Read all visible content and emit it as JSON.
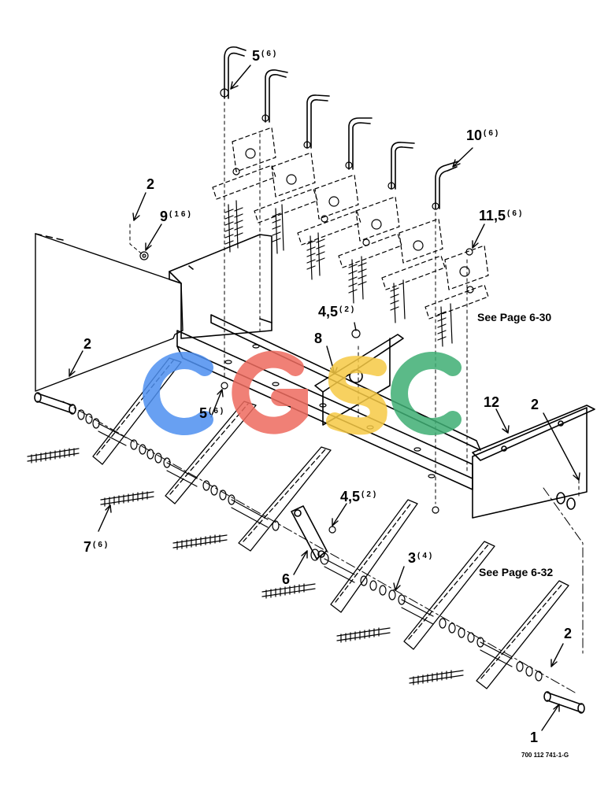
{
  "callouts": {
    "c5_top": {
      "num": "5",
      "qty": "(6)"
    },
    "c10": {
      "num": "10",
      "qty": "(6)"
    },
    "c2_left_top": {
      "num": "2",
      "qty": ""
    },
    "c9": {
      "num": "9",
      "qty": "(16)"
    },
    "c11_5": {
      "num": "11,5",
      "qty": "(6)"
    },
    "c4_5_top": {
      "num": "4,5",
      "qty": "(2)"
    },
    "c8": {
      "num": "8",
      "qty": ""
    },
    "c2_left_mid": {
      "num": "2",
      "qty": ""
    },
    "c5_mid": {
      "num": "5",
      "qty": "(6)"
    },
    "c12": {
      "num": "12",
      "qty": ""
    },
    "c2_right_mid": {
      "num": "2",
      "qty": ""
    },
    "c4_5_bottom": {
      "num": "4,5",
      "qty": "(2)"
    },
    "c7": {
      "num": "7",
      "qty": "(6)"
    },
    "c3": {
      "num": "3",
      "qty": "(4)"
    },
    "c6": {
      "num": "6",
      "qty": ""
    },
    "c2_right_bottom": {
      "num": "2",
      "qty": ""
    },
    "c1": {
      "num": "1",
      "qty": ""
    }
  },
  "page_refs": {
    "ref_6_30": "See Page 6-30",
    "ref_6_32": "See Page 6-32"
  },
  "drawing_number": "700 112 741-1-G",
  "watermark": {
    "letters": [
      "C",
      "G",
      "S",
      "C"
    ],
    "colors": [
      "#4d8ff0",
      "#ee6b5f",
      "#f6c945",
      "#3fae74"
    ]
  }
}
